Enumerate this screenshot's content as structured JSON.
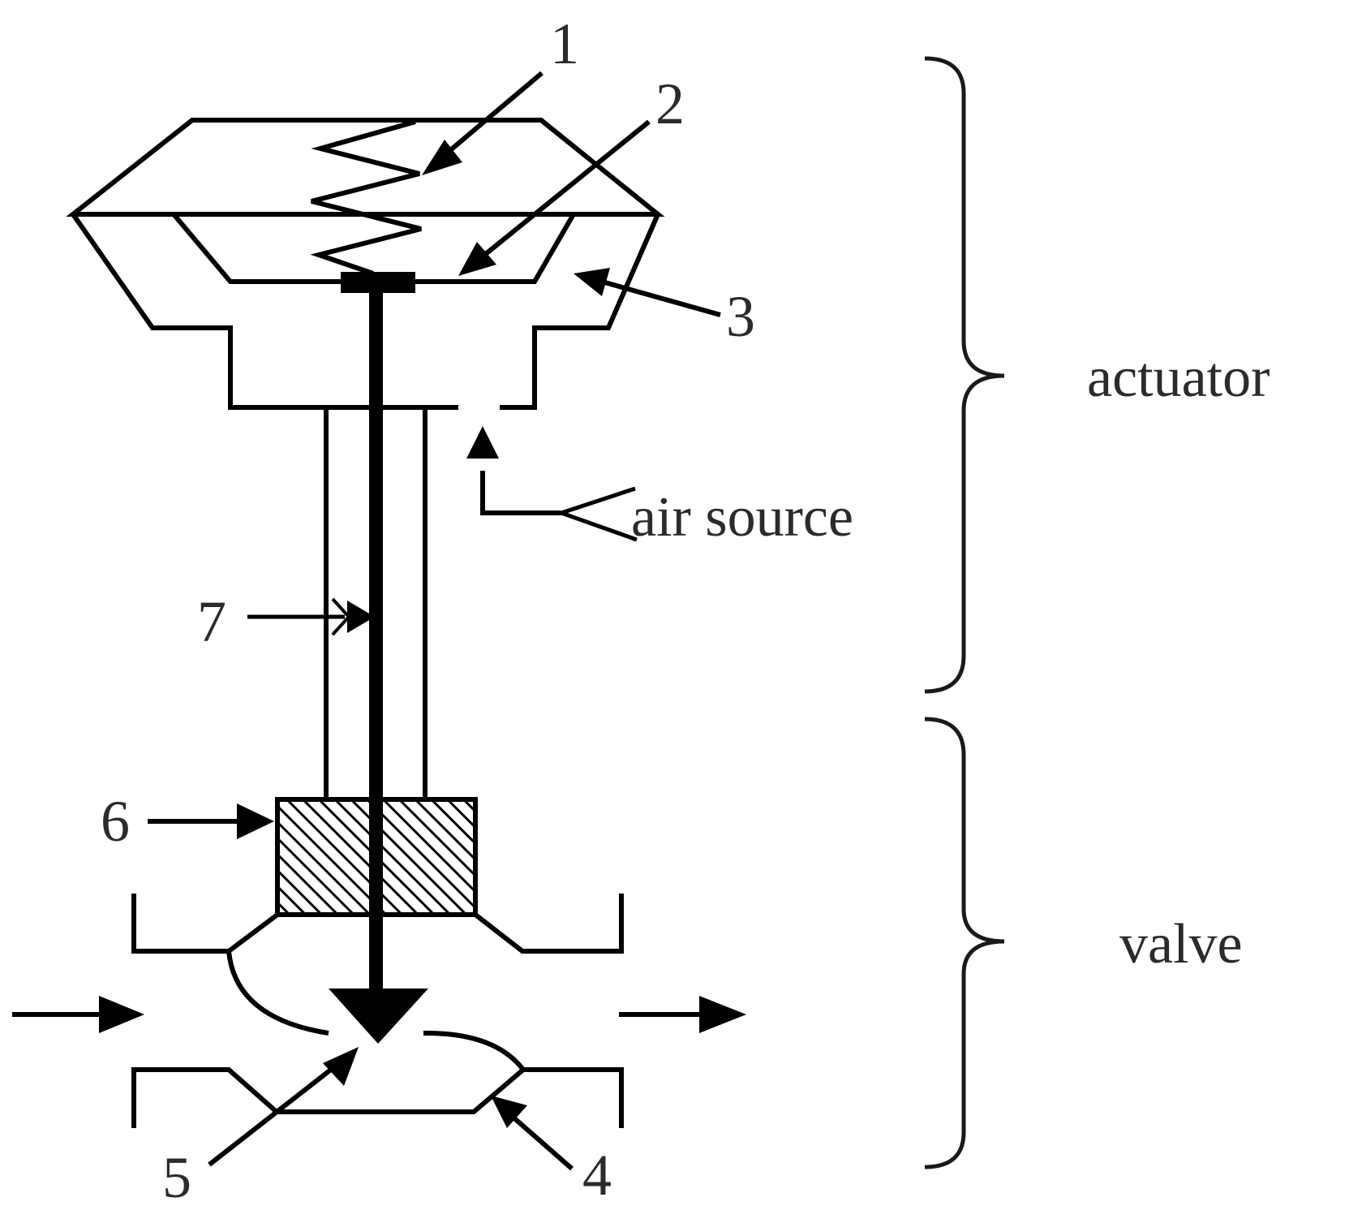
{
  "labels": {
    "part1": "1",
    "part2": "2",
    "part3": "3",
    "part4": "4",
    "part5": "5",
    "part6": "6",
    "part7": "7",
    "air_source": "air source",
    "actuator": "actuator",
    "valve": "valve"
  },
  "colors": {
    "line": "#000000",
    "text": "#2b2b2b",
    "background": "#ffffff"
  }
}
